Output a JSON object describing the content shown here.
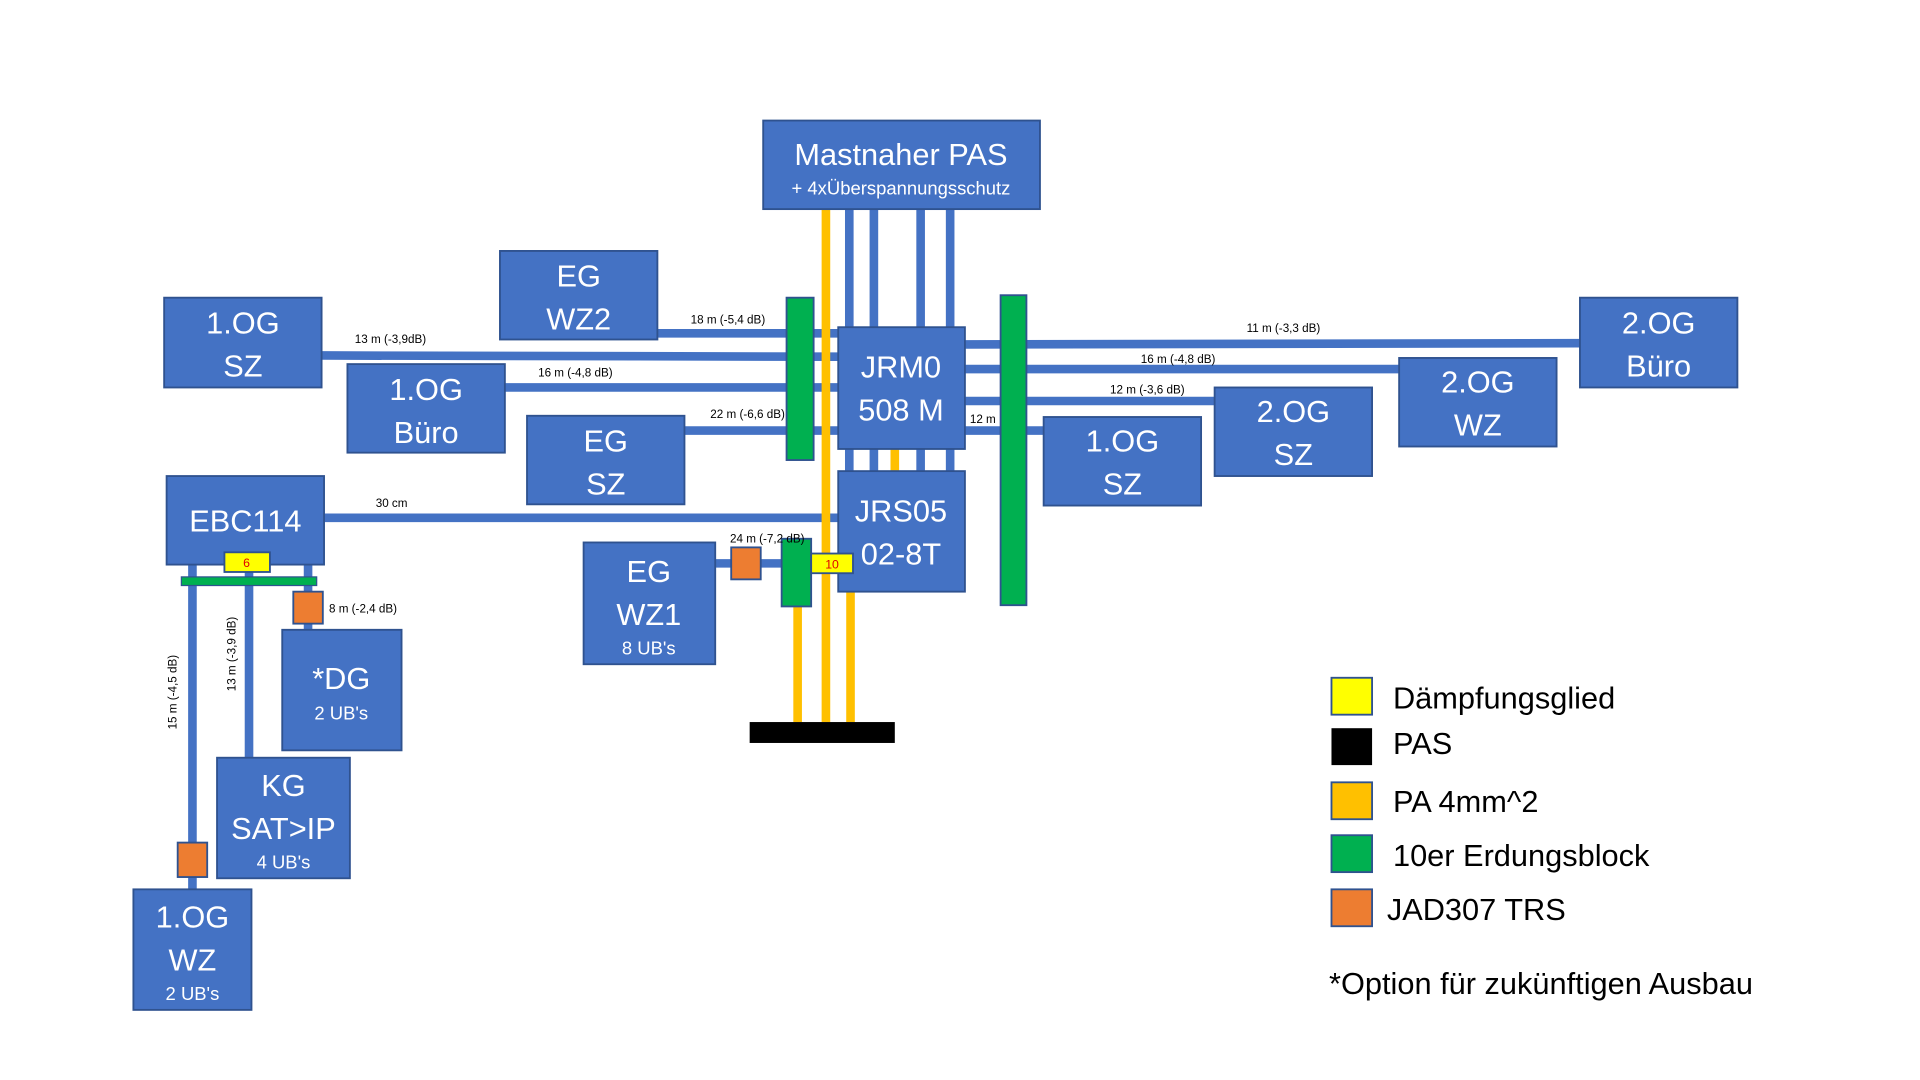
{
  "colors": {
    "cable": "#4472c4",
    "attenuator": "#ffff00",
    "pas": "#000000",
    "pa": "#ffc000",
    "ground_block": "#00b050",
    "jad": "#ed7d31"
  },
  "boxes": {
    "mast": {
      "line1": "Mastnaher PAS",
      "line2": "+ 4xÜberspannungsschutz"
    },
    "eg_wz2": {
      "line1": "EG",
      "line2": "WZ2"
    },
    "og1_sz": {
      "line1": "1.OG",
      "line2": "SZ"
    },
    "og1_buero": {
      "line1": "1.OG",
      "line2": "Büro"
    },
    "eg_sz": {
      "line1": "EG",
      "line2": "SZ"
    },
    "ebc": {
      "line1": "EBC114"
    },
    "eg_wz1": {
      "line1": "EG",
      "line2": "WZ1",
      "line3": "8 UB's"
    },
    "dg": {
      "line1": "*DG",
      "line2": "2 UB's"
    },
    "kg": {
      "line1": "KG",
      "line2": "SAT>IP",
      "line3": "4 UB's"
    },
    "og1_wz": {
      "line1": "1.OG",
      "line2": "WZ",
      "line3": "2 UB's"
    },
    "jrm": {
      "line1": "JRM0",
      "line2": "508 M"
    },
    "jrs": {
      "line1": "JRS05",
      "line2": "02-8T"
    },
    "og1_sz_r": {
      "line1": "1.OG",
      "line2": "SZ"
    },
    "og2_sz": {
      "line1": "2.OG",
      "line2": "SZ"
    },
    "og2_wz": {
      "line1": "2.OG",
      "line2": "WZ"
    },
    "og2_buero": {
      "line1": "2.OG",
      "line2": "Büro"
    }
  },
  "attenuators": {
    "ebc": "6",
    "jrs": "10"
  },
  "cable_labels": {
    "og1_sz": "13 m (-3,9dB)",
    "og1_buero": "16 m (-4,8 dB)",
    "eg_wz2": "18 m (-5,4 dB)",
    "eg_sz": "22 m (-6,6 dB)",
    "ebc": "30 cm",
    "eg_wz1": "24 m (-7,2 dB)",
    "dg": "8 m (-2,4 dB)",
    "og1_wz": "15 m (-4,5 dB)",
    "kg": "13 m (-3,9 dB)",
    "og2_buero": "11 m (-3,3 dB)",
    "og2_wz": "16 m (-4,8 dB)",
    "og2_sz": "12 m (-3,6 dB)",
    "og1_sz_r": "12 m"
  },
  "legend": {
    "items": [
      {
        "label": "Dämpfungsglied",
        "color": "#ffff00"
      },
      {
        "label": "PAS",
        "color": "#000000"
      },
      {
        "label": "PA 4mm^2",
        "color": "#ffc000"
      },
      {
        "label": "10er Erdungsblock",
        "color": "#00b050"
      },
      {
        "label": "JAD307 TRS",
        "color": "#ed7d31"
      }
    ],
    "note": "*Option für zukünftigen Ausbau"
  }
}
